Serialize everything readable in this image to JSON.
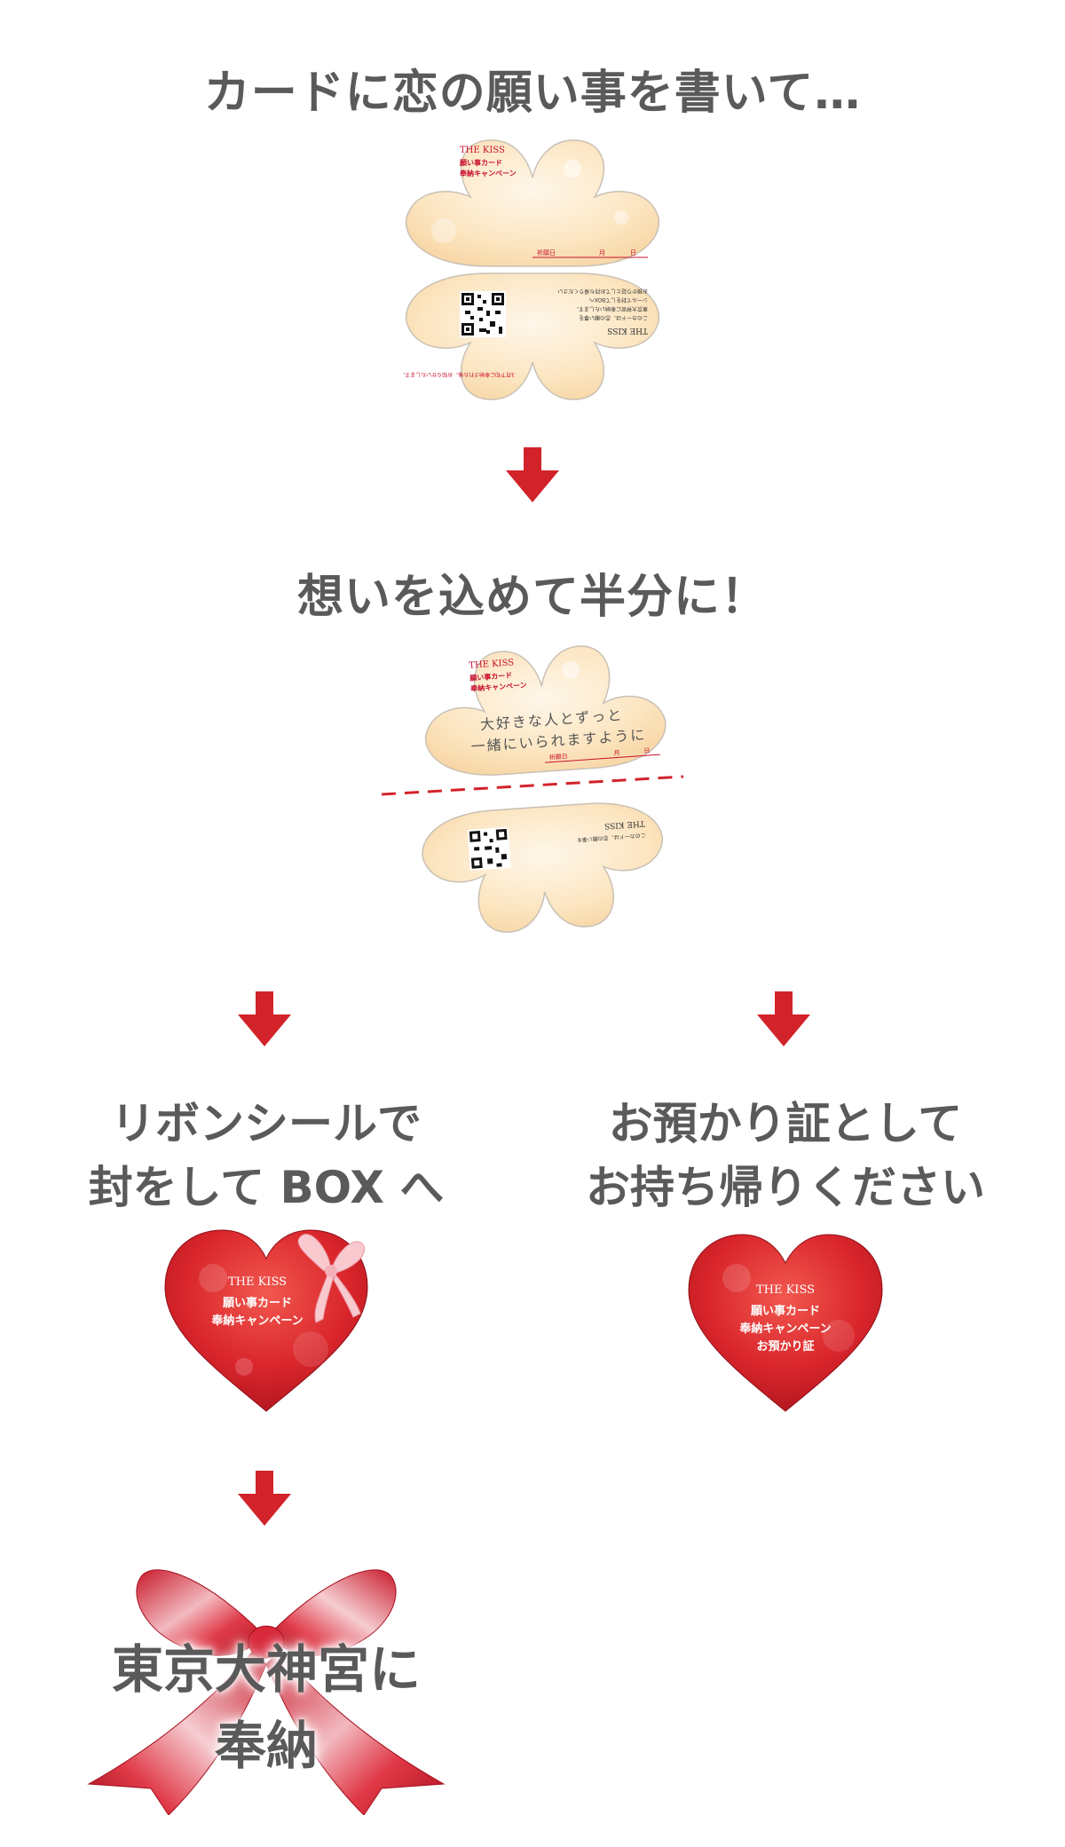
{
  "step1": {
    "heading": "カードに恋の願い事を書いて…"
  },
  "card": {
    "brand": "THE KISS",
    "title_line1": "願い事カード",
    "title_line2": "奉納キャンペーン",
    "date_label": "祈願日",
    "month_label": "月",
    "day_label": "日",
    "bottom_brand": "THE KISS",
    "bottom_text": [
      "このカードは、恋の願い事を",
      "東京大神宮に奉納いたします。",
      "シールで封をしてBOXへ",
      "お預かり証としてお持ち帰りください"
    ],
    "bottom_side_text": "3月下旬に奉納された後、お知らせいたします。"
  },
  "step2": {
    "heading": "想いを込めて半分に！"
  },
  "written_card": {
    "wish_line1": "大好きな人とずっと",
    "wish_line2": "一緒にいられますように"
  },
  "left_branch": {
    "heading_line1": "リボンシールで",
    "heading_line2": "封をして BOX へ",
    "heart_brand": "THE KISS",
    "heart_line1": "願い事カード",
    "heart_line2": "奉納キャンペーン"
  },
  "right_branch": {
    "heading_line1": "お預かり証として",
    "heading_line2": "お持ち帰りください",
    "heart_brand": "THE KISS",
    "heart_line1": "願い事カード",
    "heart_line2": "奉納キャンペーン",
    "heart_line3": "お預かり証"
  },
  "final": {
    "line1": "東京大神宮に",
    "line2": "奉納"
  },
  "colors": {
    "arrow": "#d2232a",
    "heading": "#5a5a5a",
    "card_cream": "#fbe3bd",
    "card_red": "#c8102e",
    "heart_red": "#d9252b"
  }
}
